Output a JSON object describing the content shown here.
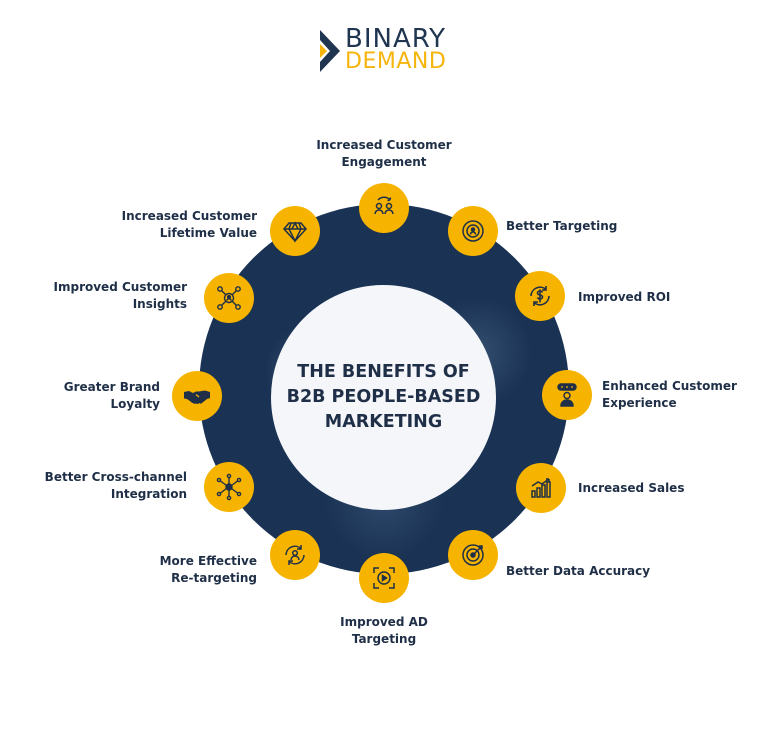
{
  "logo": {
    "line1": "BINARY",
    "line2": "DEMAND",
    "mark_colors": [
      "#1f3550",
      "#f5b50d"
    ]
  },
  "center": {
    "title": "THE BENEFITS OF\nB2B PEOPLE-BASED\nMARKETING"
  },
  "colors": {
    "accent": "#f6b400",
    "ring": "#1a3354",
    "text": "#1f2f47",
    "center_bg": "#f4f6f9"
  },
  "benefits": [
    {
      "label": "Increased Customer\nEngagement",
      "icon": "people-cycle-icon"
    },
    {
      "label": "Better Targeting",
      "icon": "target-group-icon"
    },
    {
      "label": "Improved ROI",
      "icon": "dollar-cycle-icon"
    },
    {
      "label": "Enhanced Customer\nExperience",
      "icon": "customer-feedback-icon"
    },
    {
      "label": "Increased Sales",
      "icon": "growth-chart-icon"
    },
    {
      "label": "Better Data Accuracy",
      "icon": "bullseye-icon"
    },
    {
      "label": "Improved AD\nTargeting",
      "icon": "video-ad-icon"
    },
    {
      "label": "More Effective\nRe-targeting",
      "icon": "retarget-icon"
    },
    {
      "label": "Better Cross-channel\nIntegration",
      "icon": "network-hub-icon"
    },
    {
      "label": "Greater Brand\nLoyalty",
      "icon": "handshake-icon"
    },
    {
      "label": "Improved Customer\nInsights",
      "icon": "customer-network-icon"
    },
    {
      "label": "Increased Customer\nLifetime Value",
      "icon": "diamond-icon"
    }
  ]
}
